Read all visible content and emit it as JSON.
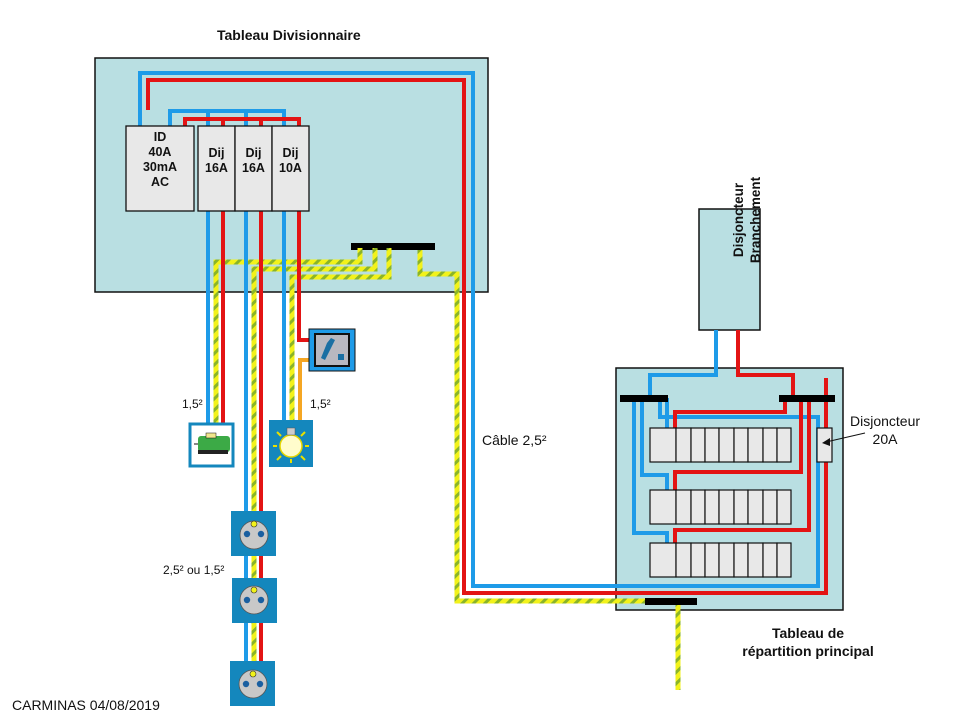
{
  "title_divisionnaire": "Tableau Divisionnaire",
  "title_principal_line1": "Tableau de",
  "title_principal_line2": "répartition principal",
  "branchement_line1": "Disjoncteur",
  "branchement_line2": "Branchement",
  "disj20_line1": "Disjoncteur",
  "disj20_line2": "20A",
  "cable_label": "Câble 2,5²",
  "section_motor": "1,5²",
  "section_light": "1,5²",
  "section_sockets": "2,5² ou 1,5²",
  "footer": "CARMINAS 04/08/2019",
  "modules": [
    {
      "lines": [
        "ID",
        "40A",
        "30mA",
        "AC"
      ]
    },
    {
      "lines": [
        "Dij",
        "16A"
      ]
    },
    {
      "lines": [
        "Dij",
        "16A"
      ]
    },
    {
      "lines": [
        "Dij",
        "10A"
      ]
    }
  ],
  "icons": {
    "motor": "motor-icon",
    "light": "light-bulb-icon",
    "switch": "switch-icon",
    "socket": "socket-icon"
  },
  "colors": {
    "panel": "#b9dfe2",
    "neutral": "#1e9be8",
    "phase": "#e31414",
    "earth_yellow": "#f2f21a",
    "earth_green": "#8ab428",
    "switched": "#f5a623",
    "device_blue": "#1487bd"
  }
}
